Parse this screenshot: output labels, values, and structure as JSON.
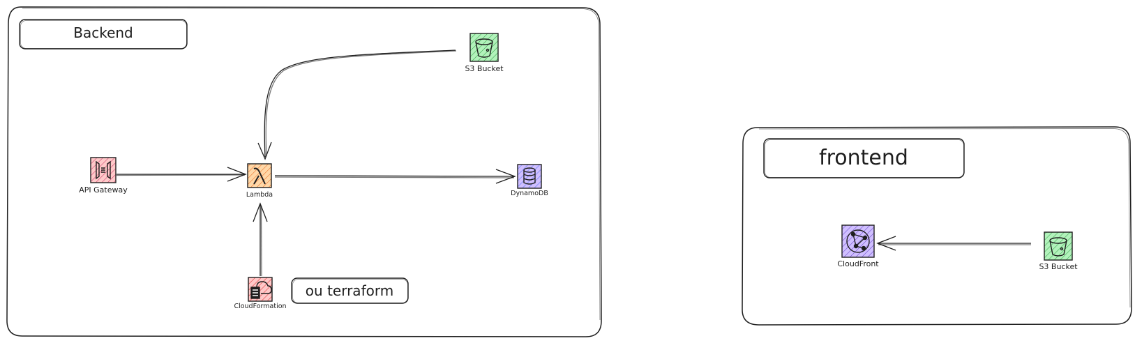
{
  "backend": {
    "title": "Backend",
    "s3_label": "S3 Bucket",
    "api_label": "API Gateway",
    "lambda_label": "Lambda",
    "dynamo_label": "DynamoDB",
    "cf_label": "CloudFormation",
    "note": "ou terraform"
  },
  "frontend": {
    "title": "frontend",
    "cloudfront_label": "CloudFront",
    "s3_label": "S3 Bucket"
  },
  "colors": {
    "stroke": "#1e1e1e",
    "s3_fill": "#b2f2bb",
    "s3_hatch": "#2f9e44",
    "lambda_fill": "#ffd8a8",
    "lambda_hatch": "#e8590c",
    "api_fill": "#ffc9c9",
    "api_hatch": "#c2255c",
    "dynamo_fill": "#d0bfff",
    "dynamo_hatch": "#4c6ef5",
    "cf_fill": "#ffc9c9",
    "cf_hatch": "#e03131",
    "cloudfront_fill": "#d0bfff",
    "cloudfront_hatch": "#5f3dc4"
  },
  "icons": {
    "s3": "bucket-icon",
    "lambda": "lambda-icon",
    "api": "api-gateway-icon",
    "dynamo": "database-icon",
    "cloudformation": "cloud-document-icon",
    "cloudfront": "globe-network-icon"
  }
}
